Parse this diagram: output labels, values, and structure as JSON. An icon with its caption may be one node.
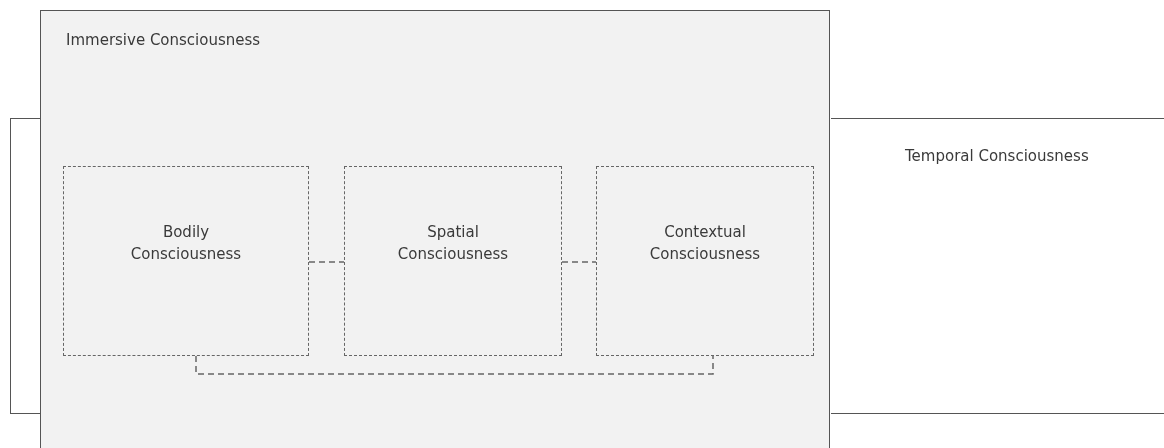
{
  "diagram": {
    "nodes": [
      {
        "text": [
          "Temporal Consciousness"
        ]
      },
      {
        "text": [
          "Immersive Consciousness"
        ]
      },
      {
        "text": [
          "Bodily Consciousness"
        ],
        "in": 1
      },
      {
        "text": [
          "Spatial Consciousness"
        ],
        "in": 1
      },
      {
        "text": [
          "Contextual Consciousness"
        ],
        "in": 1
      },
      {
        "text": [],
        "shape": "box"
      }
    ],
    "edges": [
      {
        "from": 2,
        "to": 3,
        "arrow": "none",
        "style": "dashed"
      },
      {
        "from": 3,
        "to": 4,
        "arrow": "none",
        "style": "dashed"
      },
      {
        "from": 2,
        "to": 4,
        "arrow": "none",
        "style": "dashed"
      }
    ]
  }
}
